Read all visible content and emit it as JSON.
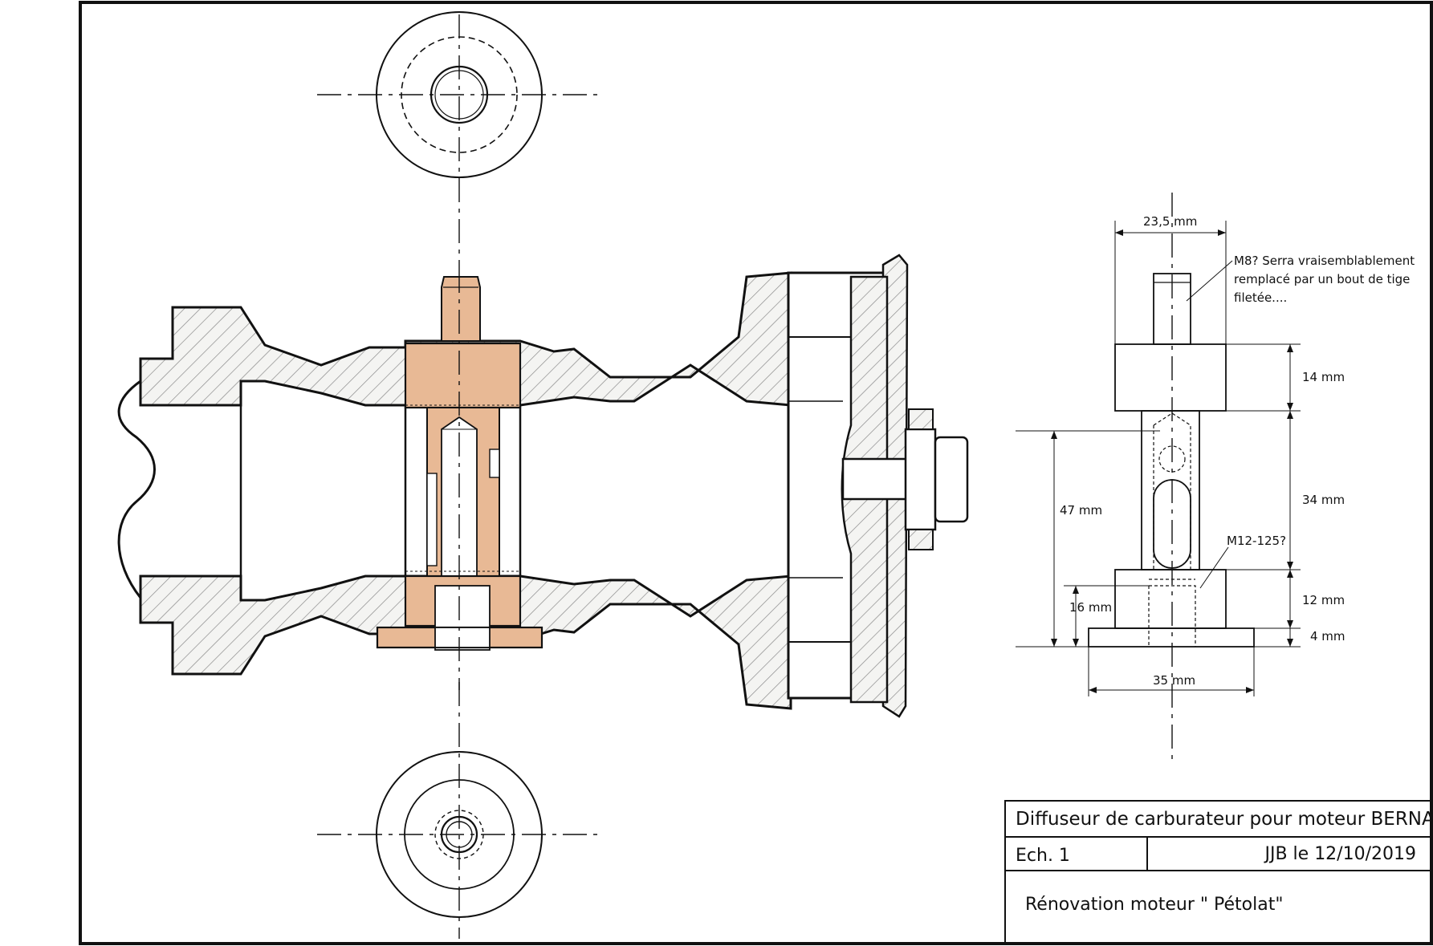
{
  "drawing": {
    "dimensions": {
      "top_width": "23,5 mm",
      "height_head": "14 mm",
      "height_body": "34 mm",
      "height_collar": "12 mm",
      "height_flange": "4 mm",
      "height_total_bore": "47 mm",
      "height_counterbore": "16 mm",
      "base_width": "35 mm"
    },
    "notes": {
      "thread_top_line1": "M8? Serra vraisemblablement",
      "thread_top_line2": "remplacé par un bout de tige",
      "thread_top_line3": "filetée....",
      "thread_bottom": "M12-125?"
    },
    "colors": {
      "part_fill": "#E8B995",
      "hatch": "#8a8a8a",
      "line": "#111111"
    }
  },
  "title_block": {
    "title": "Diffuseur de carburateur pour moteur BERNARD",
    "scale": "Ech. 1",
    "author_date": "JJB le 12/10/2019",
    "project": "Rénovation moteur \" Pétolat\""
  }
}
